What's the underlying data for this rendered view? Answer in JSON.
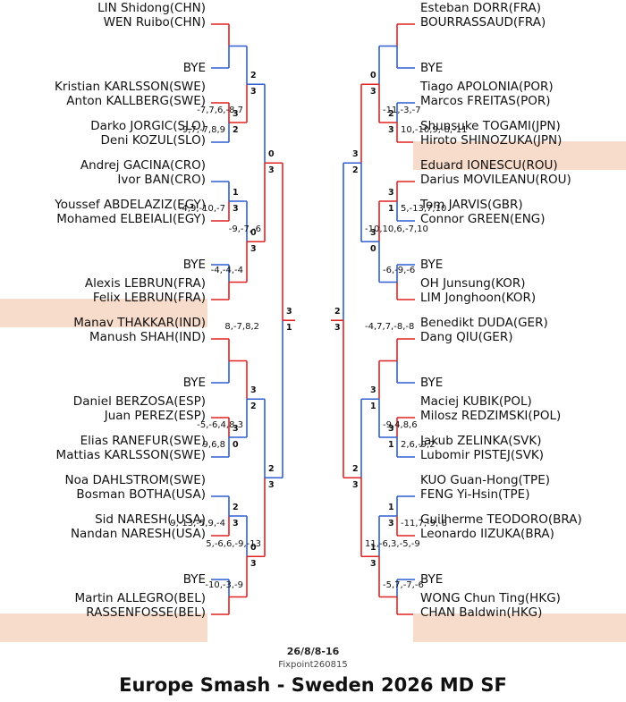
{
  "title": "Europe Smash - Sweden 2026 MD SF",
  "date_line": "26/8/8-16",
  "credit": "Fixpoint260815",
  "colors": {
    "winner": "#e02424",
    "loser": "#2f5fd0",
    "highlight": "#f8dccb"
  },
  "bye_label": "BYE",
  "left": {
    "entries": [
      {
        "p1": "LIN Shidong(CHN)",
        "p2": "WEN Ruibo(CHN)"
      },
      {
        "bye": true
      },
      {
        "p1": "Kristian KARLSSON(SWE)",
        "p2": "Anton KALLBERG(SWE)"
      },
      {
        "p1": "Darko JORGIC(SLO)",
        "p2": "Deni KOZUL(SLO)"
      },
      {
        "p1": "Andrej GACINA(CRO)",
        "p2": "Ivor BAN(CRO)"
      },
      {
        "p1": "Youssef ABDELAZIZ(EGY)",
        "p2": "Mohamed ELBEIALI(EGY)"
      },
      {
        "bye": true
      },
      {
        "p1": "Alexis LEBRUN(FRA)",
        "p2": "Felix LEBRUN(FRA)",
        "highlight": true
      },
      {
        "p1": "Manav THAKKAR(IND)",
        "p2": "Manush SHAH(IND)"
      },
      {
        "bye": true
      },
      {
        "p1": "Daniel BERZOSA(ESP)",
        "p2": "Juan PEREZ(ESP)"
      },
      {
        "p1": "Elias RANEFUR(SWE)",
        "p2": "Mattias KARLSSON(SWE)"
      },
      {
        "p1": "Noa DAHLSTROM(SWE)",
        "p2": "Bosman BOTHA(USA)"
      },
      {
        "p1": "Sid NARESH( USA)",
        "p2": "Nandan NARESH(USA)"
      },
      {
        "bye": true
      },
      {
        "p1": "Martin ALLEGRO(BEL)",
        "p2": "RASSENFOSSE(BEL)",
        "highlight": true
      }
    ],
    "r1": [
      {
        "w": 0,
        "games": [
          "",
          ""
        ],
        "score": ""
      },
      {
        "w": 0,
        "games": [
          "3",
          "2"
        ],
        "score": "-9,7,-7,8,9"
      },
      {
        "w": 1,
        "games": [
          "1",
          "3"
        ],
        "score": "-4,9,-10,-7"
      },
      {
        "w": 1,
        "games": [
          "",
          ""
        ],
        "score": ""
      },
      {
        "w": 0,
        "games": [
          "",
          ""
        ],
        "score": ""
      },
      {
        "w": 0,
        "games": [
          "3",
          "0"
        ],
        "score": "9,6,8"
      },
      {
        "w": 1,
        "games": [
          "2",
          "3"
        ],
        "score": "9,-13,-5,9,-4"
      },
      {
        "w": 1,
        "games": [
          "",
          ""
        ],
        "score": ""
      }
    ],
    "r2": [
      {
        "w": 1,
        "games": [
          "2",
          "3"
        ],
        "score": "-7,7,6,-8,7"
      },
      {
        "w": 1,
        "games": [
          "0",
          "3"
        ],
        "score": "-4,-4,-4"
      },
      {
        "w": 0,
        "games": [
          "3",
          "2"
        ],
        "score": "-5,-6,4,8,3"
      },
      {
        "w": 1,
        "games": [
          "0",
          "3"
        ],
        "score": "-10,-3,-9"
      }
    ],
    "qf": [
      {
        "w": 1,
        "games": [
          "0",
          "3"
        ],
        "score": "-9,-7,-6"
      },
      {
        "w": 1,
        "games": [
          "2",
          "3"
        ],
        "score": "5,-6,6,-9,-13"
      }
    ],
    "sf": {
      "w": 0,
      "games": [
        "3",
        "1"
      ],
      "score": "8,-7,8,2"
    }
  },
  "right": {
    "entries": [
      {
        "p1": "Esteban DORR(FRA)",
        "p2": "BOURRASSAUD(FRA)"
      },
      {
        "bye": true
      },
      {
        "p1": "Tiago APOLONIA(POR)",
        "p2": "Marcos FREITAS(POR)"
      },
      {
        "p1": "Shunsuke TOGAMI(JPN)",
        "p2": "Hiroto SHINOZUKA(JPN)",
        "highlight": true
      },
      {
        "p1": "Eduard IONESCU(ROU)",
        "p2": "Darius MOVILEANU(ROU)"
      },
      {
        "p1": "Tom JARVIS(GBR)",
        "p2": "Connor GREEN(ENG)"
      },
      {
        "bye": true
      },
      {
        "p1": "OH Junsung(KOR)",
        "p2": "LIM Jonghoon(KOR)"
      },
      {
        "p1": "Benedikt DUDA(GER)",
        "p2": "Dang QIU(GER)"
      },
      {
        "bye": true
      },
      {
        "p1": "Maciej KUBIK(POL)",
        "p2": "Milosz REDZIMSKI(POL)"
      },
      {
        "p1": "Jakub ZELINKA(SVK)",
        "p2": "Lubomir PISTEJ(SVK)"
      },
      {
        "p1": "KUO Guan-Hong(TPE)",
        "p2": "FENG Yi-Hsin(TPE)"
      },
      {
        "p1": "Guilherme TEODORO(BRA)",
        "p2": "Leonardo IIZUKA(BRA)"
      },
      {
        "bye": true
      },
      {
        "p1": "WONG Chun Ting(HKG)",
        "p2": "CHAN Baldwin(HKG)",
        "highlight": true
      }
    ],
    "r1": [
      {
        "w": 0,
        "games": [
          "",
          ""
        ],
        "score": ""
      },
      {
        "w": 1,
        "games": [
          "2",
          "3"
        ],
        "score": "10,-10,9,-8,-11"
      },
      {
        "w": 0,
        "games": [
          "3",
          "1"
        ],
        "score": "5,-13,7,10"
      },
      {
        "w": 1,
        "games": [
          "",
          ""
        ],
        "score": ""
      },
      {
        "w": 0,
        "games": [
          "",
          ""
        ],
        "score": ""
      },
      {
        "w": 0,
        "games": [
          "3",
          "1"
        ],
        "score": "2,6,-9,2"
      },
      {
        "w": 1,
        "games": [
          "1",
          "3"
        ],
        "score": "-11,7,-9,-8"
      },
      {
        "w": 1,
        "games": [
          "",
          ""
        ],
        "score": ""
      }
    ],
    "r2": [
      {
        "w": 1,
        "games": [
          "0",
          "3"
        ],
        "score": "-11,-3,-7"
      },
      {
        "w": 0,
        "games": [
          "3",
          "0"
        ],
        "score": "-6,-9,-6"
      },
      {
        "w": 0,
        "games": [
          "3",
          "1"
        ],
        "score": "-9,4,8,6"
      },
      {
        "w": 1,
        "games": [
          "1",
          "3"
        ],
        "score": "-5,7,-7,-6"
      }
    ],
    "qf": [
      {
        "w": 0,
        "games": [
          "3",
          "2"
        ],
        "score": "-10,10,6,-7,10"
      },
      {
        "w": 1,
        "games": [
          "2",
          "3"
        ],
        "score": "11,-6,3,-5,-9"
      }
    ],
    "sf": {
      "w": 1,
      "games": [
        "2",
        "3"
      ],
      "score": "-4,7,7,-8,-8"
    }
  }
}
